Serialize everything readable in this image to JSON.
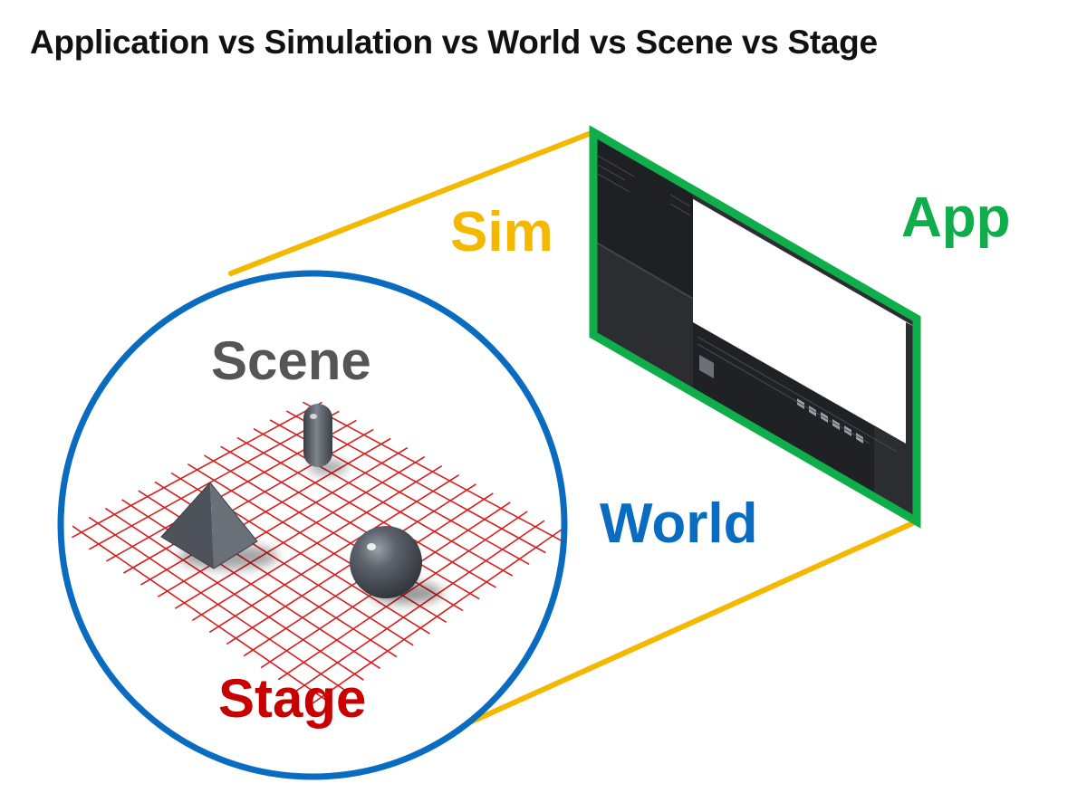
{
  "title": "Application vs Simulation vs World vs Scene vs Stage",
  "labels": {
    "sim": "Sim",
    "app": "App",
    "world": "World",
    "scene": "Scene",
    "stage": "Stage"
  },
  "colors": {
    "sim": "#F5B800",
    "app": "#0FAE4B",
    "world": "#0A6CC0",
    "scene": "#555555",
    "stage": "#C80000",
    "grid": "#D81E1E"
  },
  "objects": [
    "pyramid",
    "capsule",
    "sphere"
  ]
}
